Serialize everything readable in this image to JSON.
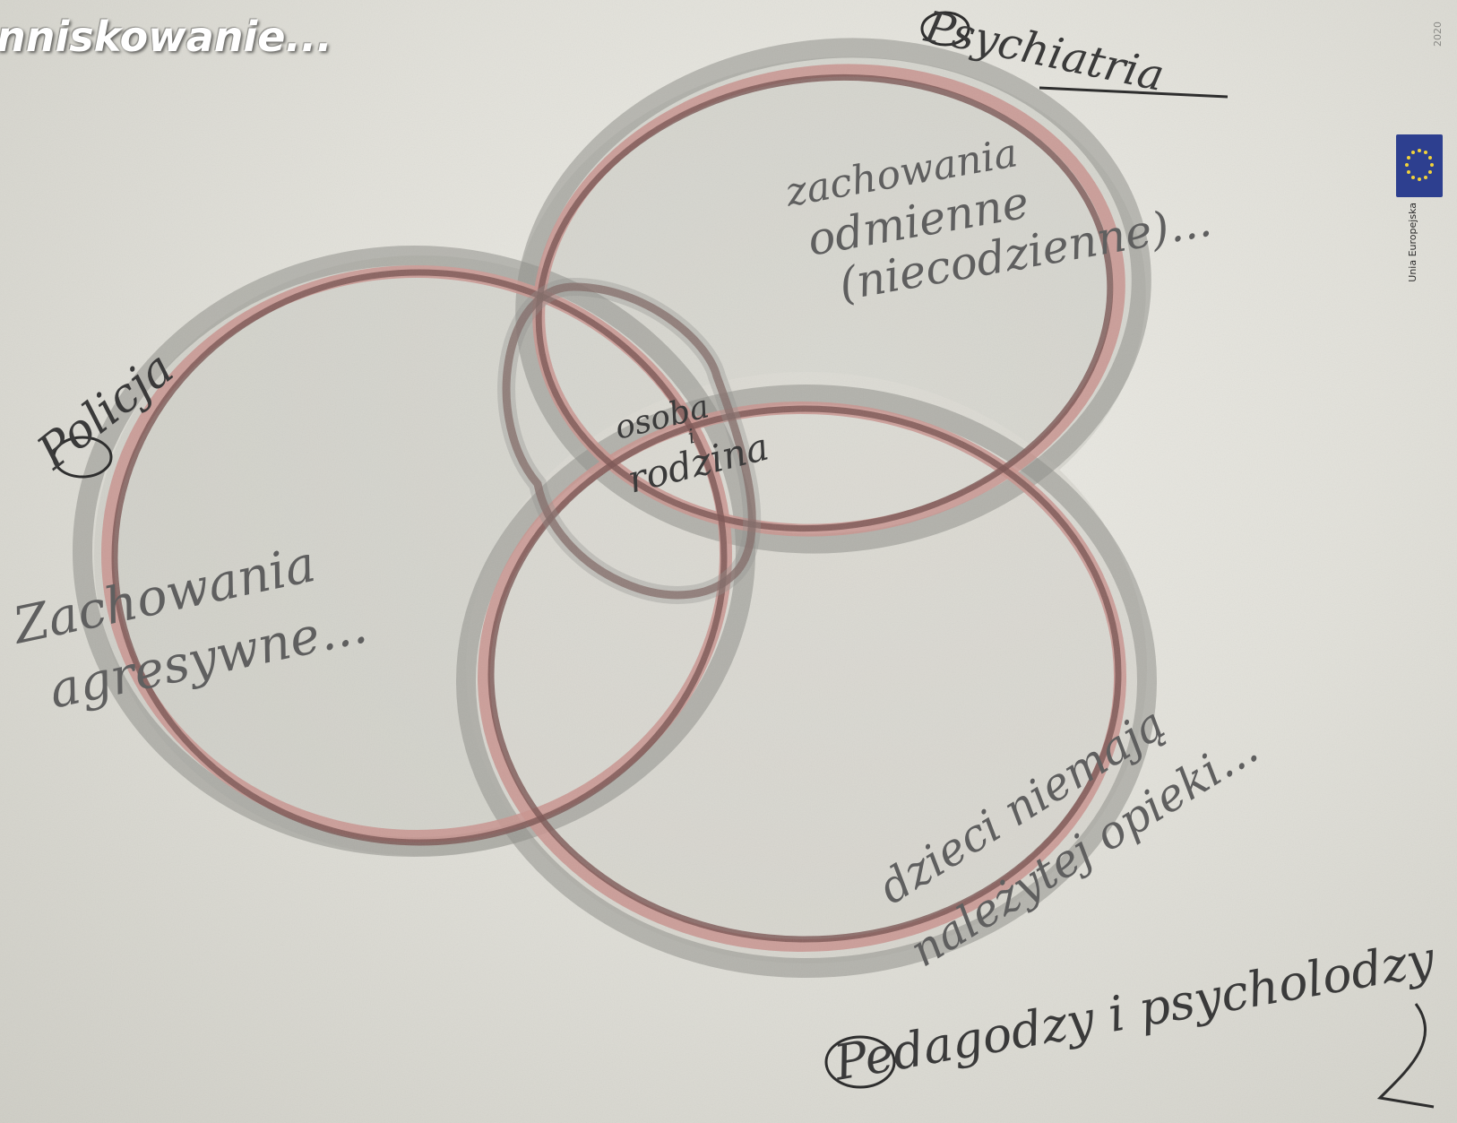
{
  "slide": {
    "title": "nniskowanie..."
  },
  "diagram": {
    "circles": [
      {
        "label": "Policja",
        "description": [
          "Zachowania",
          "agresywne..."
        ]
      },
      {
        "label": "Psychiatria",
        "description": [
          "zachowania",
          "odmienne",
          "(niecodzienne)..."
        ]
      },
      {
        "label": "Pedagodzy i psycholodzy",
        "description": [
          "dzieci niemają",
          "należytej opieki..."
        ]
      }
    ],
    "center": [
      "osoba",
      "i",
      "rodzina"
    ]
  },
  "eu_logo": {
    "label": "Unia Europejska",
    "year": "2020"
  },
  "colors": {
    "paper": "#e6e5de",
    "ring_pink": "#c9948f",
    "ring_brown": "#7a5552",
    "pencil_gray": "#8f8f8b",
    "ink": "#3a3a3a",
    "eu_blue": "#2d3f8f",
    "eu_star": "#f2d23a"
  }
}
